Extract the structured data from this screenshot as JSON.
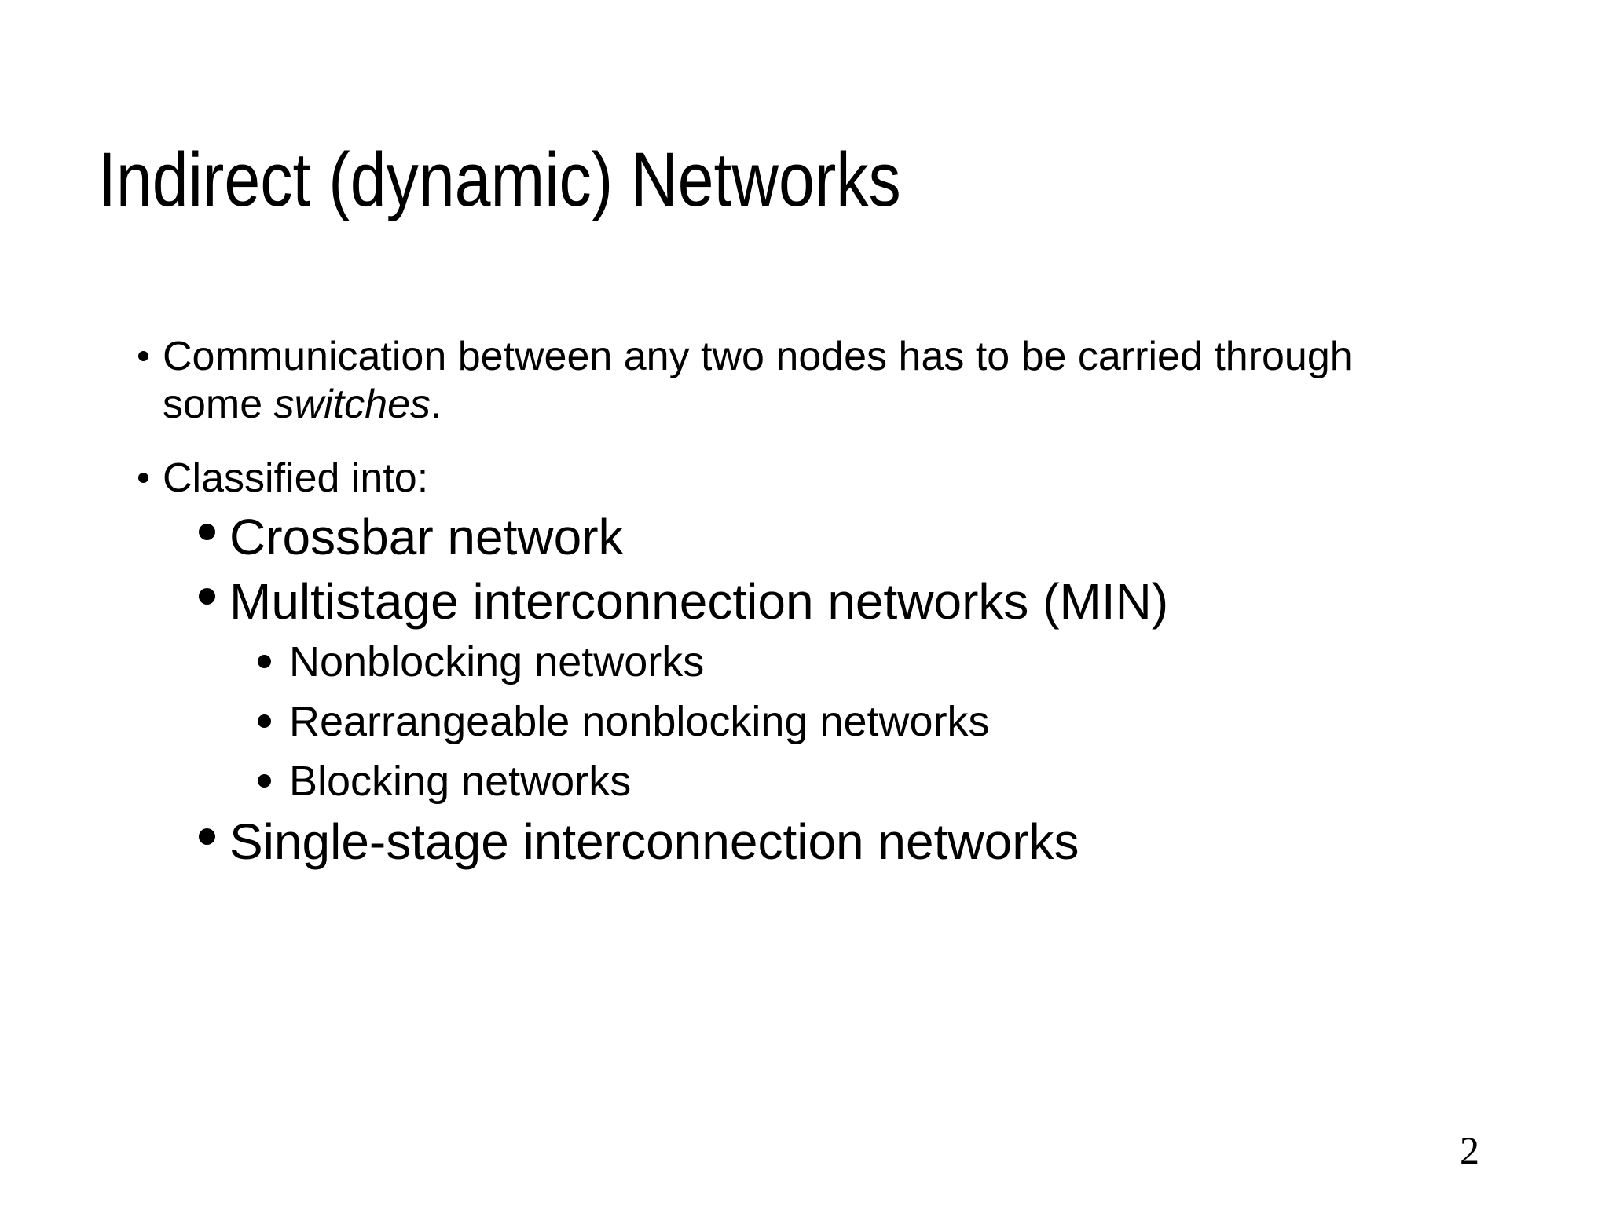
{
  "slide": {
    "title": "Indirect (dynamic) Networks",
    "page_number": "2",
    "background_color": "#ffffff",
    "text_color": "#000000",
    "bullet_color": "#000000"
  },
  "content": {
    "outline": [
      {
        "level": 1,
        "line1": "Communication between any two nodes has to be carried through",
        "line2_pre": "some ",
        "line2_italic": "switches",
        "line2_post": "."
      },
      {
        "level": 1,
        "text": "Classified into:"
      },
      {
        "level": 2,
        "text": "Crossbar network"
      },
      {
        "level": 2,
        "text": "Multistage interconnection networks (MIN)"
      },
      {
        "level": 3,
        "text": "Nonblocking networks"
      },
      {
        "level": 3,
        "text": "Rearrangeable nonblocking networks"
      },
      {
        "level": 3,
        "text": "Blocking networks"
      },
      {
        "level": 2,
        "text": "Single-stage interconnection networks"
      }
    ]
  }
}
